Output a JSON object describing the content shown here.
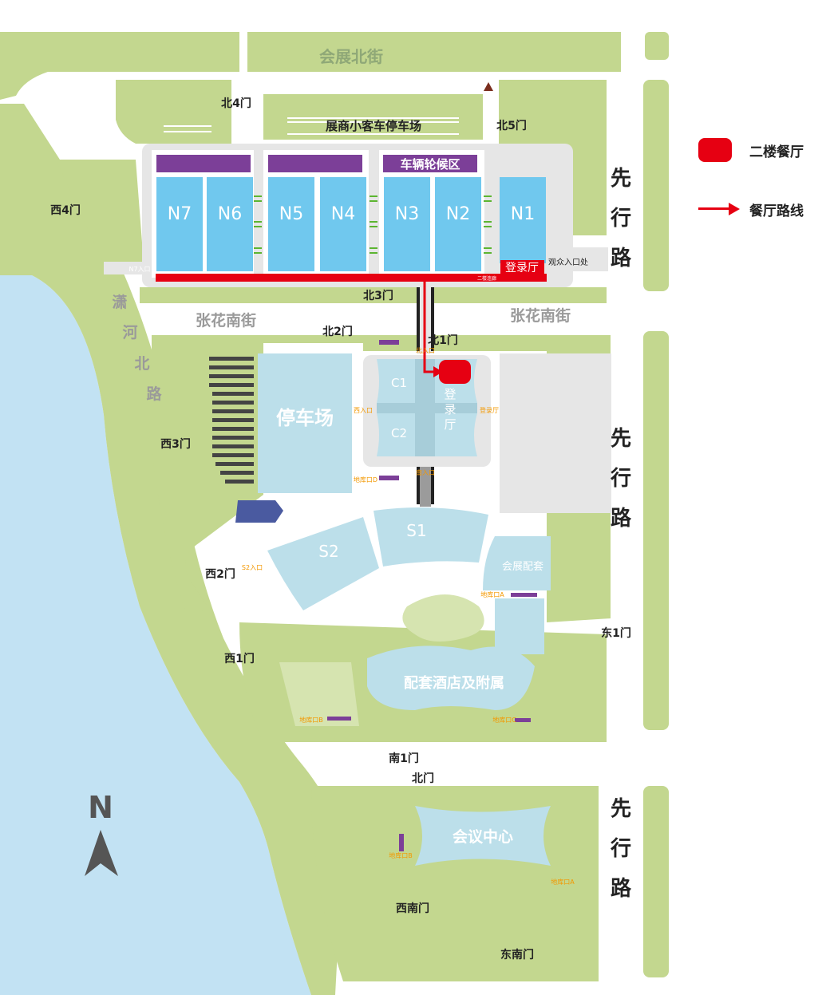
{
  "legend": {
    "restaurant": {
      "label": "二楼餐厅",
      "color": "#e60012"
    },
    "route": {
      "label": "餐厅路线",
      "color": "#e60012"
    }
  },
  "streets": {
    "north": "会展北街",
    "zhanghua_west": "张花南街",
    "zhanghua_east": "张花南街",
    "xiaohe": [
      "潇",
      "河",
      "北",
      "路"
    ],
    "xianxing": [
      "先",
      "行",
      "路"
    ]
  },
  "halls": {
    "N7": "N7",
    "N6": "N6",
    "N5": "N5",
    "N4": "N4",
    "N3": "N3",
    "N2": "N2",
    "N1": "N1",
    "C1": "C1",
    "C2": "C2",
    "S1": "S1",
    "S2": "S2"
  },
  "areas": {
    "staging": "车辆轮候区",
    "parking_north": "展商小客车停车场",
    "parking_west": "停车场",
    "registration_north": "登录厅",
    "registration_center": [
      "登",
      "录",
      "厅"
    ],
    "support": "会展配套",
    "hotel": "配套酒店及附属",
    "conference": "会议中心",
    "corridor": "二楼连廊",
    "audience_entrance": "观众入口处"
  },
  "entrances": {
    "n7": "N7入口",
    "west": "西入口",
    "registration": "登录厅",
    "s2": "S2入口",
    "north": "北入口",
    "south": "南入口",
    "garage_a": "地库口A",
    "garage_b": "地库口B",
    "garage_c": "地库口C",
    "garage_d": "地库口D",
    "conf_garage_a": "地库口A",
    "conf_garage_b": "地库口B"
  },
  "gates": {
    "n4": "北4门",
    "n5": "北5门",
    "n3": "北3门",
    "n2": "北2门",
    "n1": "北1门",
    "w4": "西4门",
    "w3": "西3门",
    "w2": "西2门",
    "w1": "西1门",
    "e1": "东1门",
    "s1": "南1门",
    "north": "北门",
    "sw": "西南门",
    "se": "东南门"
  },
  "compass": {
    "label": "N"
  },
  "colors": {
    "green": "#c3d78f",
    "water": "#c2e2f3",
    "hall": "#70c8ee",
    "purple": "#7c3f98",
    "building": "#bcdfea",
    "gray": "#e6e6e6",
    "red": "#e60012",
    "orange": "#f39800",
    "road": "#ffffff"
  }
}
